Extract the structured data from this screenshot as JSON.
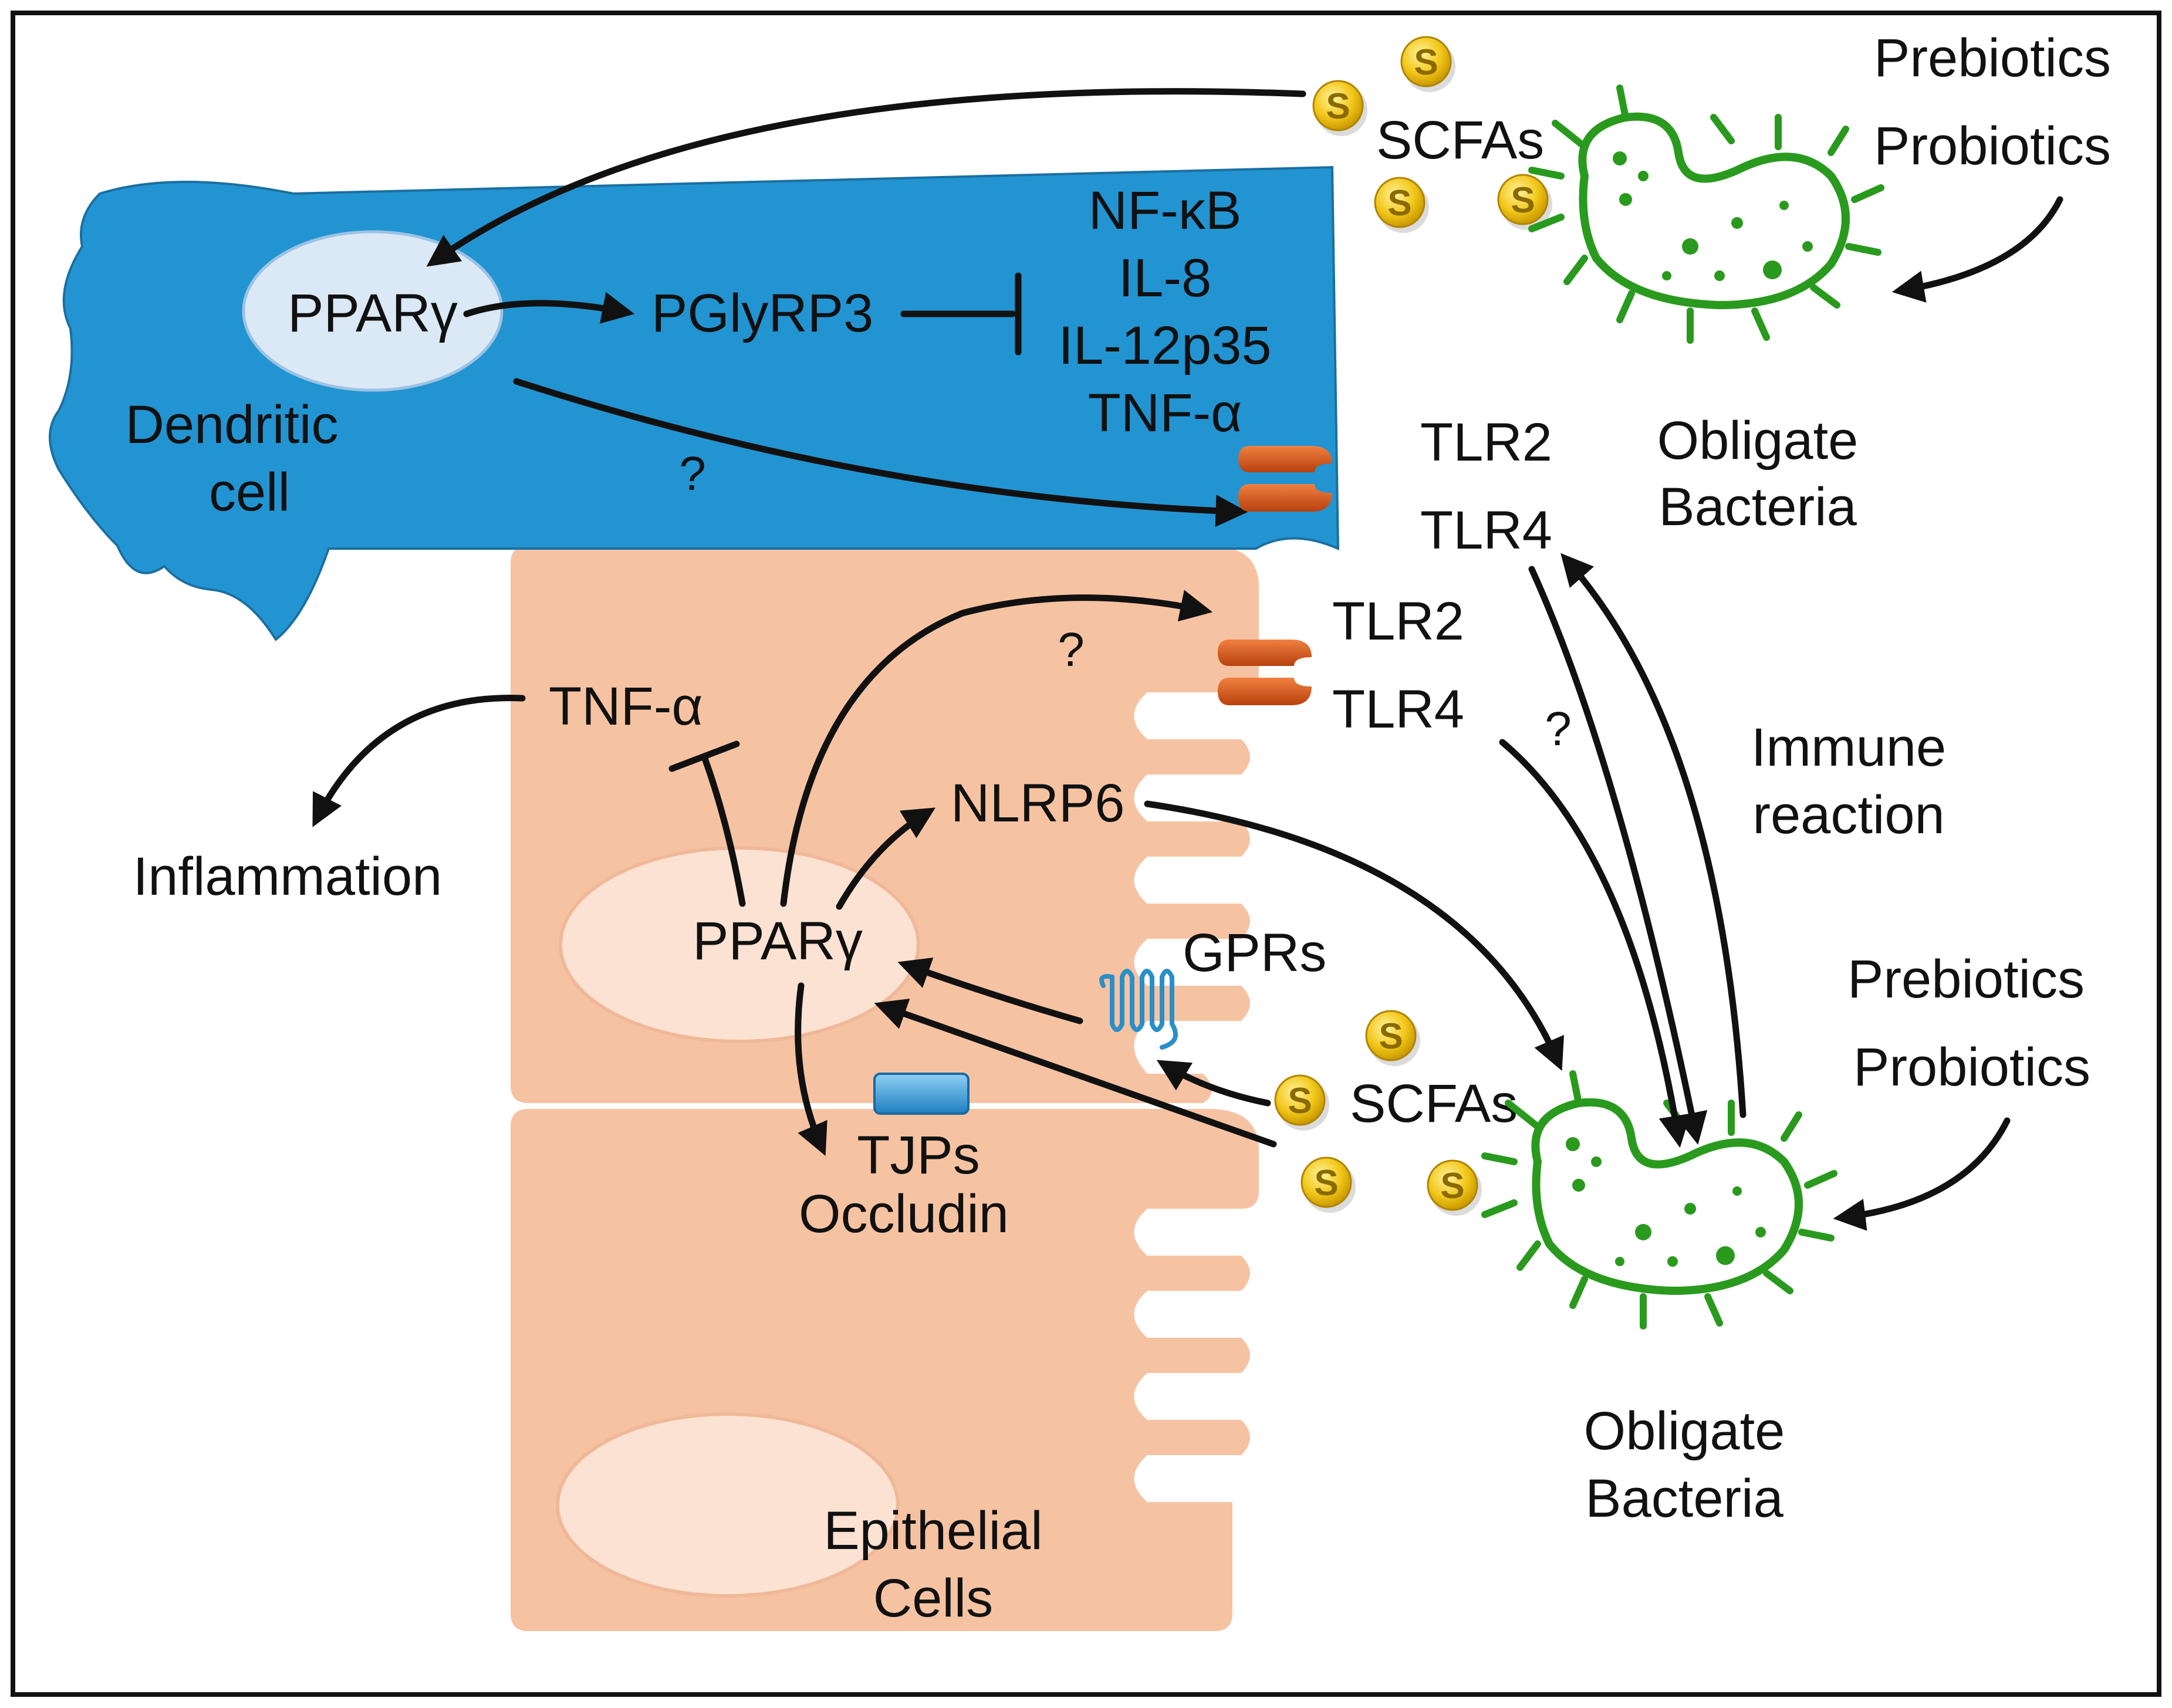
{
  "title": "",
  "colors": {
    "dendritic_cell": "#2394d2",
    "epithelial_cell": "#f6c3a2",
    "nucleus": "#dbe9f6",
    "tlr_receptor": "#d1561b",
    "bacteria": "#2a9a1e",
    "scfa": "#f3c81b",
    "tjp": "#3a9ad7",
    "frame": "#111111"
  },
  "icons": [
    "bacteria-icon",
    "scfa-molecule-icon",
    "tlr-receptor-icon",
    "gpr-receptor-icon",
    "tight-junction-icon"
  ],
  "dendritic_cell": {
    "label_line1": "Dendritic",
    "label_line2": "cell",
    "nucleus_label": "PPARγ",
    "target": "PGlyRP3",
    "inhibited": [
      "NF-κB",
      "IL-8",
      "IL-12p35",
      "TNF-α"
    ],
    "unknown_mark": "?"
  },
  "top": {
    "scfa_label": "SCFAs",
    "scfa_symbol": "S",
    "inputs": [
      "Prebiotics",
      "Probiotics"
    ],
    "bacteria_line1": "Obligate",
    "bacteria_line2": "Bacteria",
    "receptors": [
      "TLR2",
      "TLR4"
    ]
  },
  "epithelial": {
    "label_line1": "Epithelial",
    "label_line2": "Cells",
    "nucleus_label": "PPARγ",
    "tnf": "TNF-α",
    "inflammation": "Inflammation",
    "nlrp6": "NLRP6",
    "gprs": "GPRs",
    "tjps": "TJPs",
    "occludin": "Occludin",
    "receptors": [
      "TLR2",
      "TLR4"
    ],
    "unknown_mark_receptor": "?",
    "unknown_mark_immune": "?"
  },
  "bottom": {
    "scfa_label": "SCFAs",
    "inputs": [
      "Prebiotics",
      "Probiotics"
    ],
    "bacteria_line1": "Obligate",
    "bacteria_line2": "Bacteria",
    "immune_line1": "Immune",
    "immune_line2": "reaction"
  }
}
